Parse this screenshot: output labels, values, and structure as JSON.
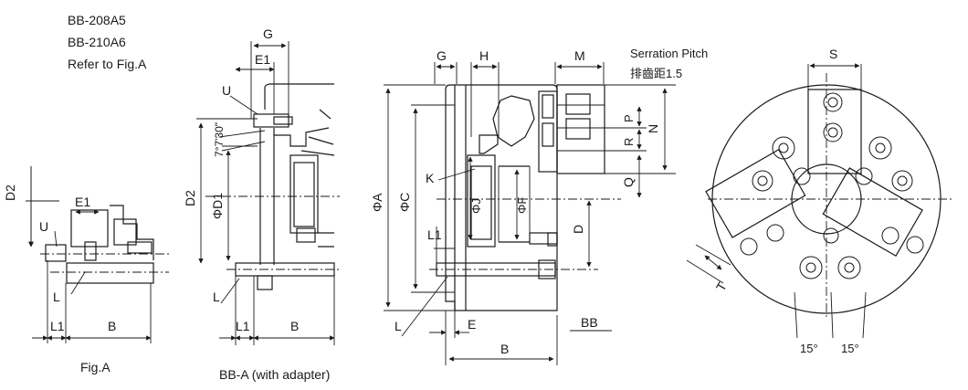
{
  "header": {
    "model_1": "BB-208A5",
    "model_2": "BB-210A6",
    "refer": "Refer to Fig.A"
  },
  "captions": {
    "fig_a": "Fig.A",
    "bb_a": "BB-A (with adapter)"
  },
  "serration": {
    "label_en": "Serration Pitch",
    "label_cn": "排齒距1.5"
  },
  "labels": {
    "G": "G",
    "E1": "E1",
    "U": "U",
    "D2": "D2",
    "L": "L",
    "L1": "L1",
    "B": "B",
    "angle": "7°7'30\"",
    "D1": "ΦD1",
    "H": "H",
    "M": "M",
    "A": "ΦA",
    "C": "ΦC",
    "K": "K",
    "J": "ΦJ",
    "F": "ΦF",
    "D": "D",
    "E": "E",
    "BB": "BB",
    "P": "P",
    "N": "N",
    "R": "R",
    "Q": "Q",
    "S": "S",
    "T": "T",
    "deg15": "15°"
  },
  "colors": {
    "line": "#1a1a1a",
    "center": "#333333",
    "background": "#ffffff"
  }
}
